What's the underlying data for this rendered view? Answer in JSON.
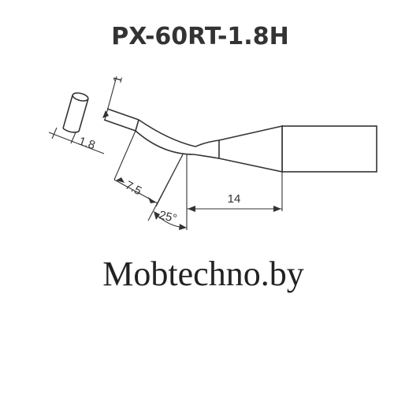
{
  "title": "PX-60RT-1.8H",
  "dimensions": {
    "tip_thickness": "1",
    "tip_width": "1.8",
    "bent_length": "7.5",
    "taper_length": "14",
    "angle": "25°"
  },
  "watermark": "Mobtechno.by",
  "colors": {
    "line": "#333333",
    "text": "#333333"
  }
}
